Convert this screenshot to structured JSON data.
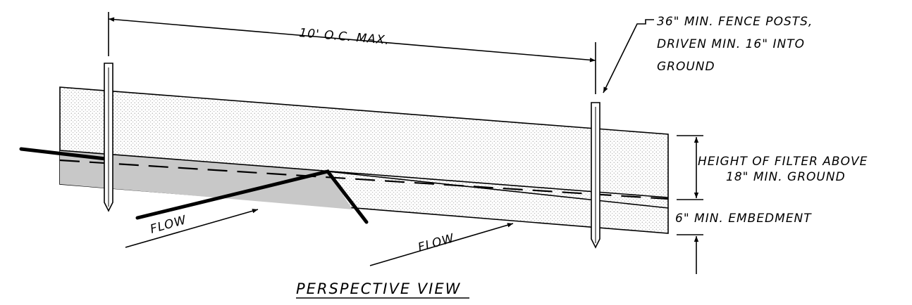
{
  "drawing": {
    "spacing_label": "10' O.C. MAX.",
    "post_note": {
      "line1": "36\" MIN. FENCE POSTS,",
      "line2": "DRIVEN MIN. 16\" INTO",
      "line3": "GROUND"
    },
    "height_note": {
      "line1": "HEIGHT OF FILTER ABOVE",
      "line2": "18\" MIN. GROUND"
    },
    "embedment_label": "6\" MIN. EMBEDMENT",
    "flow_label_left": "FLOW",
    "flow_label_right": "FLOW",
    "view_title": "PERSPECTIVE VIEW"
  }
}
